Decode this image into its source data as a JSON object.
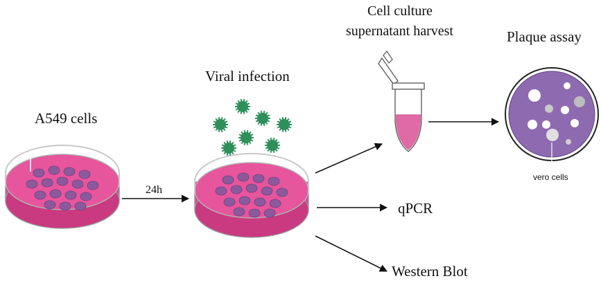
{
  "labels": {
    "a549_cells": "A549 cells",
    "viral_infection": "Viral infection",
    "harvest_line1": "Cell culture",
    "harvest_line2": "supernatant harvest",
    "plaque_assay": "Plaque assay",
    "vero_cells": "vero cells",
    "time_24h": "24h",
    "qpcr": "qPCR",
    "western_blot": "Western Blot"
  },
  "colors": {
    "medium_pink": "#d9468f",
    "medium_dark": "#b8306f",
    "cell_spot": "#8c5a9c",
    "virus_green": "#2f8f5b",
    "plaque_purple": "#8e6ab0",
    "arrow": "#111111"
  },
  "icons": {
    "dish": "petri-dish-icon",
    "virus": "virus-particle-icon",
    "tube": "microcentrifuge-tube-icon",
    "plate": "plaque-plate-icon"
  }
}
